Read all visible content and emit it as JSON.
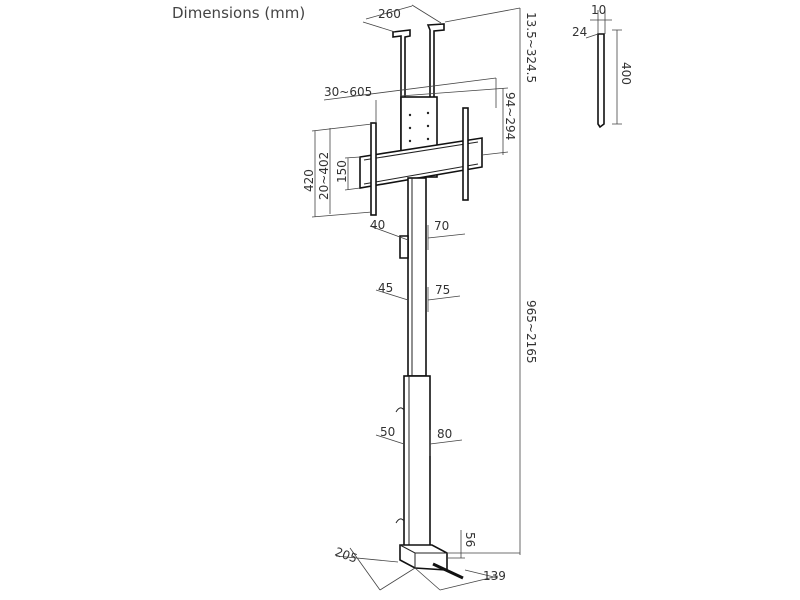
{
  "title": "Dimensions (mm)",
  "dimensions": {
    "ceiling_width": "260",
    "ceiling_drop": "13.5~324.5",
    "side_thickness": "10",
    "side_depth": "24",
    "side_height": "400",
    "vesa_horizontal": "30~605",
    "vesa_vertical_offset": "94~294",
    "arm_height": "420",
    "vesa_vertical": "20~402",
    "frame_height": "150",
    "upper_pole_depth": "40",
    "upper_pole_width": "70",
    "mid_pole_depth": "45",
    "mid_pole_width": "75",
    "total_height": "965~2165",
    "lower_pole_depth": "50",
    "lower_pole_width": "80",
    "base_depth": "205",
    "base_height": "56",
    "base_width": "139"
  }
}
